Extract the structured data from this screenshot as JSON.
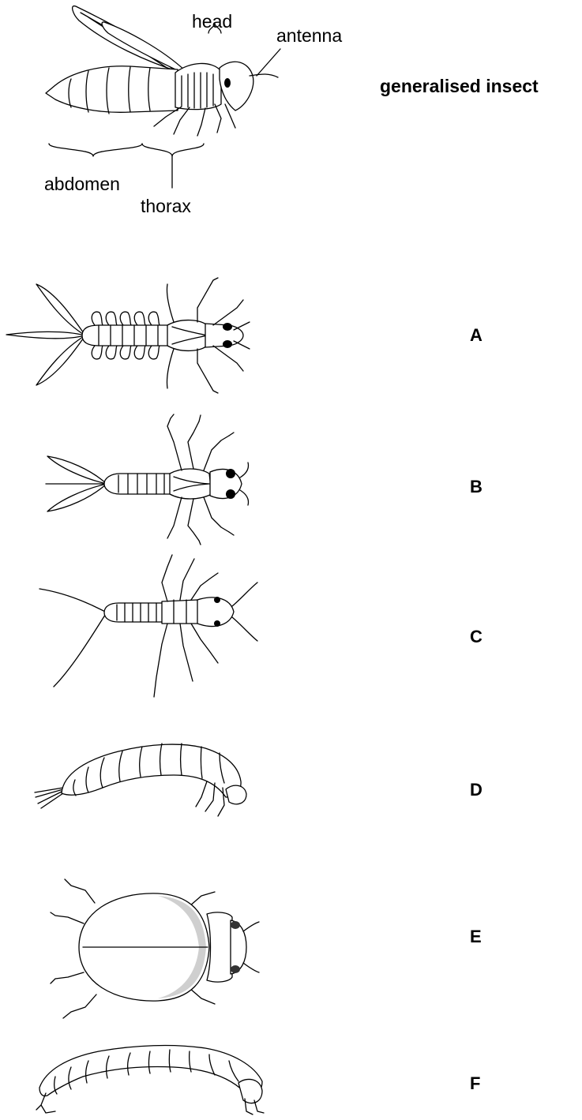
{
  "generalised": {
    "title": "generalised insect",
    "labels": {
      "head": "head",
      "antenna": "antenna",
      "abdomen": "abdomen",
      "thorax": "thorax"
    }
  },
  "specimens": [
    {
      "letter": "A"
    },
    {
      "letter": "B"
    },
    {
      "letter": "C"
    },
    {
      "letter": "D"
    },
    {
      "letter": "E"
    },
    {
      "letter": "F"
    }
  ]
}
